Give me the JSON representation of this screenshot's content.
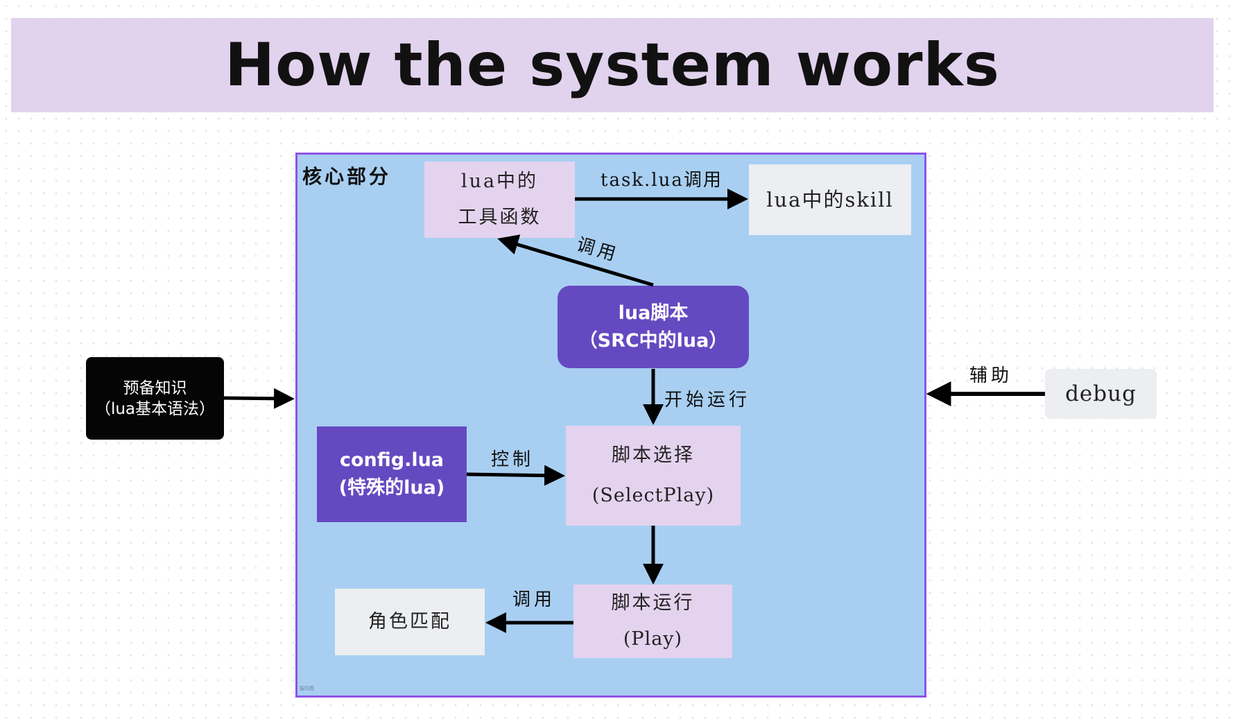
{
  "title": "How the system works",
  "core": {
    "label": "核心部分",
    "watermark": "拔印图"
  },
  "nodes": {
    "tools": {
      "line1": "lua中的",
      "line2": "工具函数"
    },
    "skill": {
      "line1": "lua中的skill"
    },
    "script": {
      "line1": "lua脚本",
      "line2": "（SRC中的lua）"
    },
    "select": {
      "line1": "脚本选择",
      "line2": "(SelectPlay)"
    },
    "config": {
      "line1": "config.lua",
      "line2": "(特殊的lua)"
    },
    "play": {
      "line1": "脚本运行",
      "line2": "(Play)"
    },
    "role": {
      "line1": "角色匹配"
    },
    "prereq": {
      "line1": "预备知识",
      "line2": "（lua基本语法）"
    },
    "debug": {
      "line1": "debug"
    }
  },
  "edges": {
    "tools_to_skill": "task.lua调用",
    "script_to_tools": "调用",
    "script_to_select": "开始运行",
    "config_to_select": "控制",
    "play_to_role": "调用",
    "debug_to_core": "辅助"
  },
  "colors": {
    "banner": "#e1d2ee",
    "panel": "#a8cff2",
    "panel_border": "#8f53e6",
    "lavender": "#e4d3ee",
    "purple": "#6549c1",
    "black": "#050505",
    "light": "#eceef1"
  }
}
